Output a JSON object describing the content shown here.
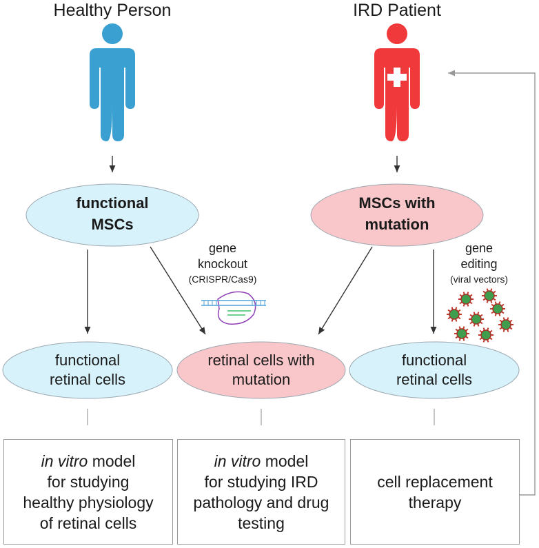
{
  "titles": {
    "left": "Healthy Person",
    "right": "IRD Patient"
  },
  "ellipses": {
    "top_left": [
      "functional",
      "MSCs"
    ],
    "top_right": [
      "MSCs with",
      "mutation"
    ],
    "bottom_left": [
      "functional",
      "retinal cells"
    ],
    "bottom_center": [
      "retinal cells with",
      "mutation"
    ],
    "bottom_right": [
      "functional",
      "retinal cells"
    ]
  },
  "annotations": {
    "knockout": [
      "gene",
      "knockout",
      "(CRISPR/Cas9)"
    ],
    "editing": [
      "gene",
      "editing",
      "(viral vectors)"
    ]
  },
  "boxes": {
    "left": {
      "italic": "in vitro",
      "rest": " model",
      "lines": [
        "for studying",
        "healthy physiology",
        "of retinal cells"
      ]
    },
    "center": {
      "italic": "in vitro",
      "rest": " model",
      "lines": [
        "for studying IRD",
        "pathology and drug",
        "testing"
      ]
    },
    "right": {
      "lines": [
        "cell replacement",
        "therapy"
      ]
    }
  },
  "colors": {
    "healthy_person": "#3aa0d2",
    "patient": "#f0393a",
    "ellipse_blue": "#d7f2fb",
    "ellipse_red": "#f9c7c9",
    "ellipse_border": "#9aa7b0"
  },
  "icons": {
    "healthy": "person-icon",
    "patient": "patient-cross-icon",
    "crispr": "crispr-dna-icon",
    "virus": "virus-icon"
  }
}
